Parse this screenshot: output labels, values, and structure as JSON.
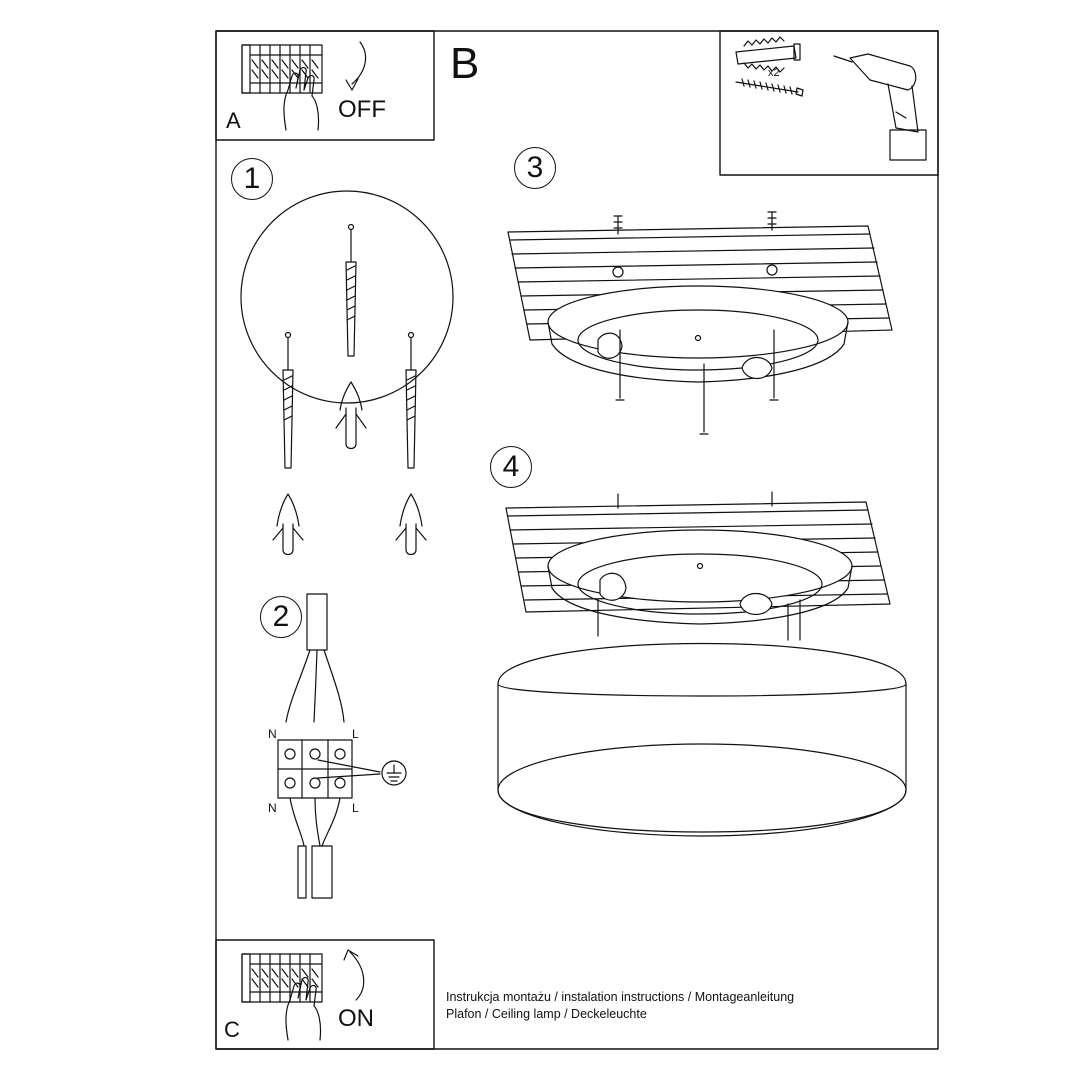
{
  "panels": {
    "a": {
      "letter": "A",
      "switch_label": "OFF"
    },
    "b": {
      "letter": "B"
    },
    "c": {
      "letter": "C",
      "switch_label": "ON"
    }
  },
  "tools": {
    "screw_quantity": "x2",
    "icons": [
      "wall-plug-icon",
      "screw-icon",
      "drill-icon"
    ]
  },
  "steps": [
    {
      "number": "1"
    },
    {
      "number": "2"
    },
    {
      "number": "3"
    },
    {
      "number": "4"
    }
  ],
  "wiring": {
    "top_left": "N",
    "top_right": "L",
    "bottom_left": "N",
    "bottom_right": "L",
    "ground_icon": "earth-ground-icon"
  },
  "footer": {
    "line1": "Instrukcja montażu / instalation instructions / Montageanleitung",
    "line2": "Plafon / Ceiling lamp / Deckeleuchte"
  }
}
